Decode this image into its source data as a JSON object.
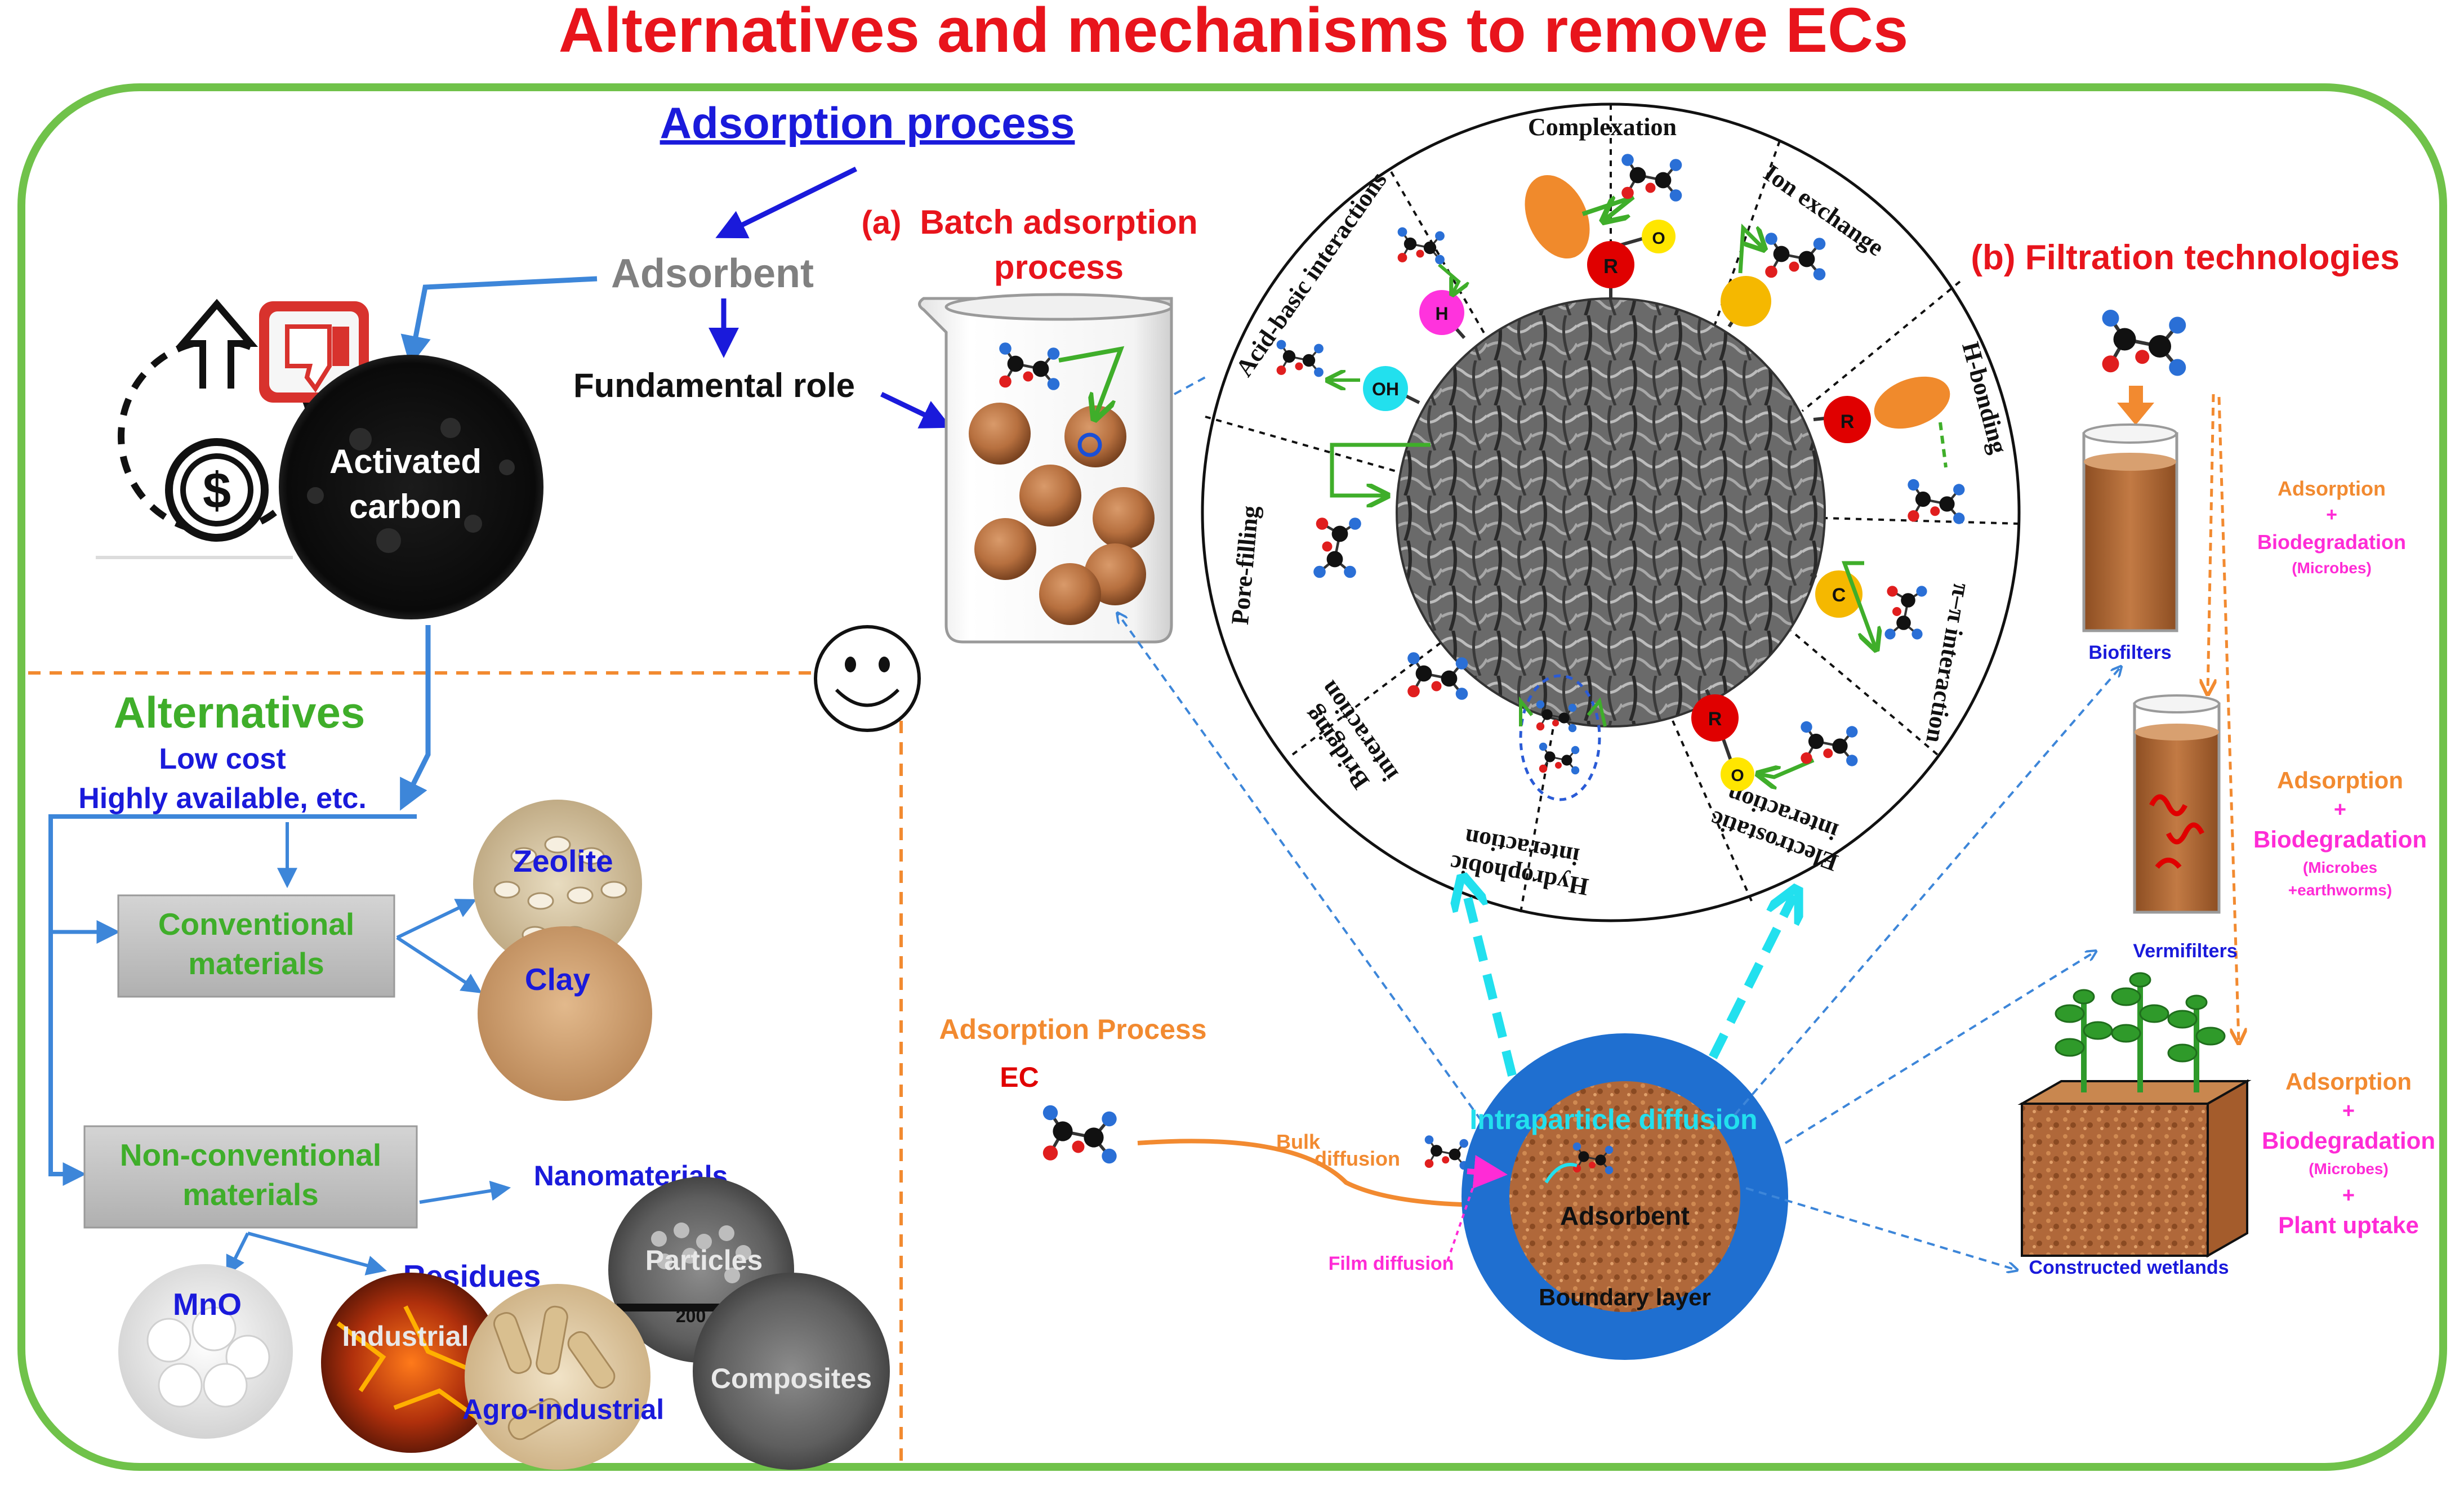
{
  "title": "Alternatives and mechanisms to remove ECs",
  "left": {
    "adsorption_process": "Adsorption process",
    "adsorbent": "Adsorbent",
    "fundamental_role": "Fundamental role",
    "activated_carbon_1": "Activated",
    "activated_carbon_2": "carbon",
    "alternatives": "Alternatives",
    "low_cost": "Low cost",
    "highly_available": "Highly available, etc.",
    "conventional_1": "Conventional",
    "conventional_2": "materials",
    "zeolite": "Zeolite",
    "clay": "Clay",
    "nonconv_1": "Non-conventional",
    "nonconv_2": "materials",
    "nanomaterials": "Nanomaterials",
    "particles": "Particles",
    "scale_bar": "200 nm",
    "composites": "Composites",
    "residues": "Residues",
    "mno": "MnO",
    "industrial": "Industrial",
    "agro_industrial": "Agro-industrial"
  },
  "batch": {
    "label_a": "(a)",
    "title_1": "Batch adsorption",
    "title_2": "process"
  },
  "wheel": {
    "complexation": "Complexation",
    "ion_exchange": "Ion exchange",
    "h_bonding": "H-bonding",
    "pi_pi": "π–π interaction",
    "electrostatic_1": "Electrostatic",
    "electrostatic_2": "interaction",
    "hydrophobic_1": "Hydrophobic",
    "hydrophobic_2": "interaction",
    "bridging_1": "Bridging",
    "bridging_2": "interaction",
    "pore_filling": "Pore-filling",
    "acid_basic": "Acid-basic interactions",
    "atom_r": "R",
    "atom_o": "O",
    "atom_c": "C",
    "atom_h": "H",
    "atom_oh": "OH"
  },
  "process": {
    "title": "Adsorption Process",
    "ec": "EC",
    "bulk_1": "Bulk",
    "bulk_2": "diffusion",
    "film": "Film diffusion",
    "intraparticle": "Intraparticle diffusion",
    "adsorbent": "Adsorbent",
    "boundary": "Boundary layer"
  },
  "filtration": {
    "title": "(b) Filtration technologies",
    "biofilters": "Biofilters",
    "vermifilters": "Vermifilters",
    "wetlands": "Constructed wetlands",
    "bio1_a": "Adsorption",
    "bio1_b": "+",
    "bio1_c": "Biodegradation",
    "bio1_d": "(Microbes)",
    "ver_a": "Adsorption",
    "ver_b": "+",
    "ver_c": "Biodegradation",
    "ver_d": "(Microbes",
    "ver_e": "+earthworms)",
    "wet_a": "Adsorption",
    "wet_b": "+",
    "wet_c": "Biodegradation",
    "wet_d": "(Microbes)",
    "wet_e": "+",
    "wet_f": "Plant uptake"
  },
  "colors": {
    "title_red": "#e8141c",
    "frame_green": "#70c24a",
    "alt_green": "#3fae2a",
    "blue": "#1a1adb",
    "orange": "#f28a30",
    "magenta": "#ff2bd6",
    "cyan": "#22e0ee"
  }
}
